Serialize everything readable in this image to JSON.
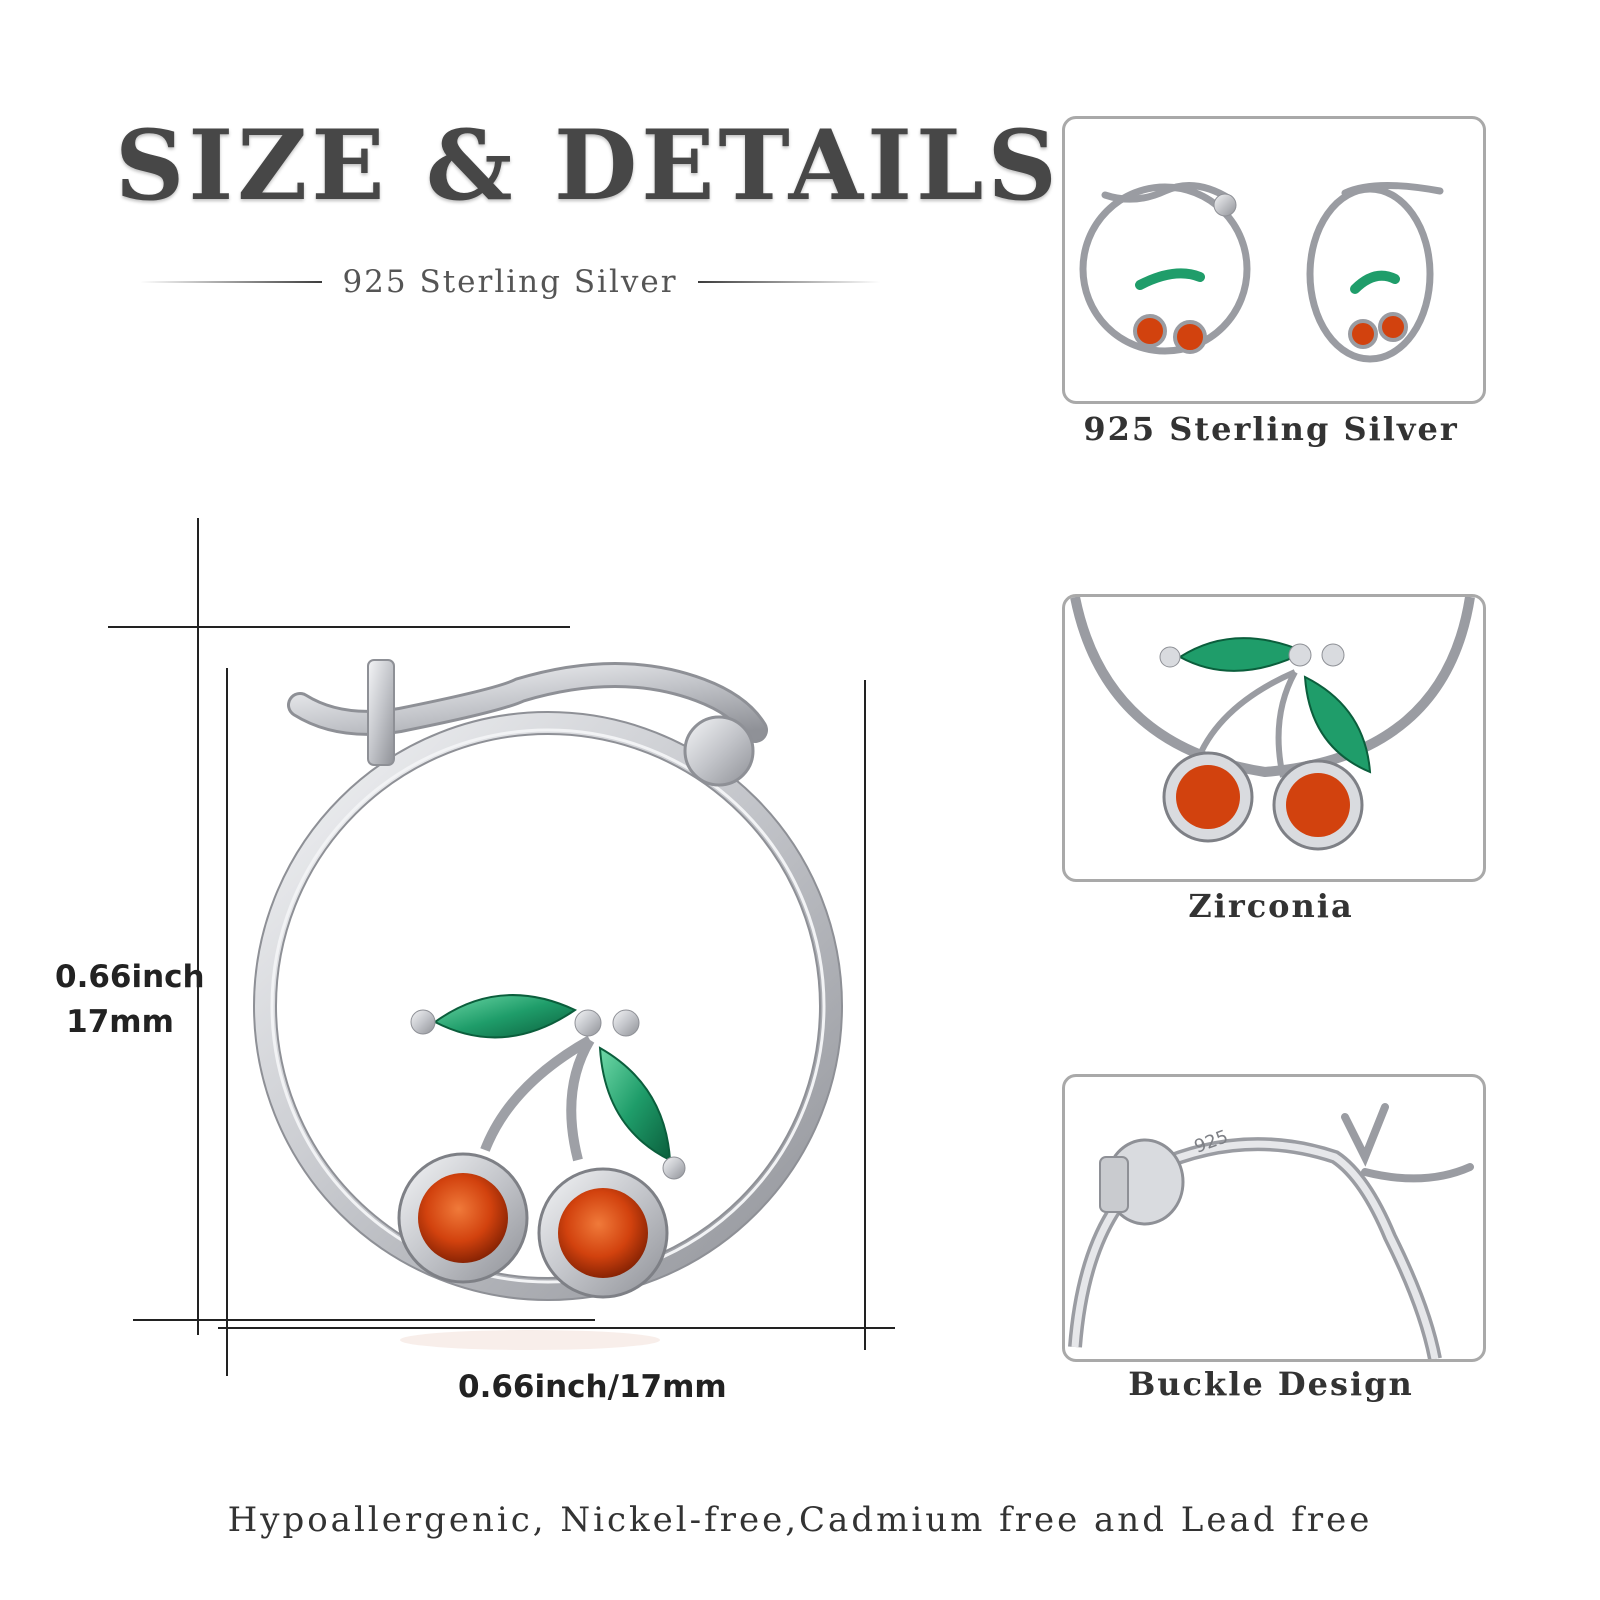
{
  "header": {
    "title": "SIZE & DETAILS",
    "subtitle": "925 Sterling Silver"
  },
  "main_image": {
    "height_inch": "0.66inch",
    "height_mm": "17mm",
    "width_label": "0.66inch/17mm"
  },
  "panels": [
    {
      "caption": "925 Sterling Silver"
    },
    {
      "caption": "Zirconia"
    },
    {
      "caption": "Buckle Design"
    }
  ],
  "engraving": "925",
  "footer": "Hypoallergenic, Nickel-free,Cadmium free and Lead free",
  "colors": {
    "silver": "#c9cbcf",
    "silver_dark": "#8e9096",
    "leaf_green": "#1f9d6a",
    "cherry_orange": "#d2420e"
  }
}
